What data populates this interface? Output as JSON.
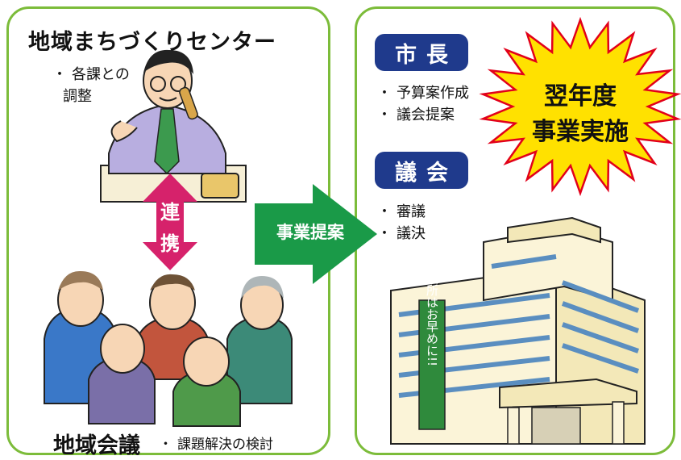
{
  "left": {
    "center_title": "地域まちづくりセンター",
    "center_bullets": [
      "各課との",
      "調整"
    ],
    "link_label": [
      "連",
      "携"
    ],
    "meeting_title": "地域会議",
    "meeting_note": "課題解決の検討"
  },
  "arrow": {
    "label": "事業提案"
  },
  "right": {
    "mayor": {
      "label": "市長",
      "bullets": [
        "予算案作成",
        "議会提案"
      ]
    },
    "council": {
      "label": "議会",
      "bullets": [
        "審議",
        "議決"
      ]
    },
    "burst": {
      "line1": "翌年度",
      "line2": "事業実施"
    },
    "banner_text": "市役所はお早めに!!"
  },
  "colors": {
    "panel_border": "#7cbc3a",
    "pill_bg": "#1f3a8c",
    "arrow_green": "#1a9a48",
    "link_pink": "#d6226b",
    "burst_fill": "#ffe100",
    "burst_stroke": "#e2001a"
  }
}
